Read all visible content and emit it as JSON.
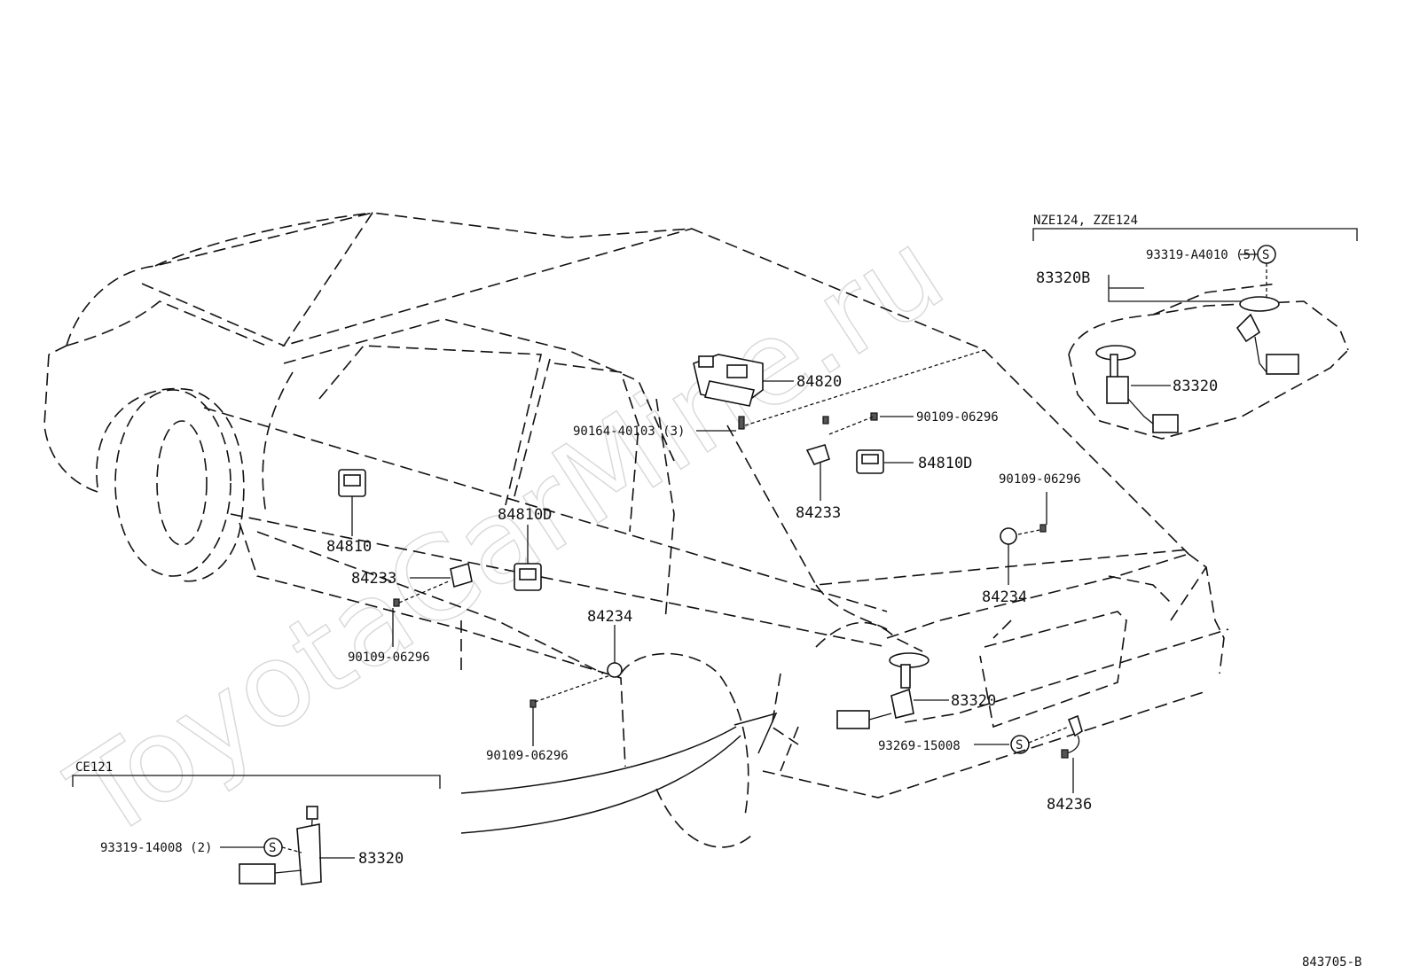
{
  "watermark": "ToyotaCarMine.ru",
  "variant_labels": {
    "top_right": "NZE124, ZZE124",
    "bottom_left": "CE121"
  },
  "diagram_code": "843705-B",
  "callouts": {
    "c84820": "84820",
    "c90164": "90164-40103 (3)",
    "c90109_a": "90109-06296",
    "c84810D_a": "84810D",
    "c84233_a": "84233",
    "c90109_b": "90109-06296",
    "c84234_a": "84234",
    "c84810": "84810",
    "c84233_b": "84233",
    "c90109_c": "90109-06296",
    "c84810D_b": "84810D",
    "c84234_b": "84234",
    "c90109_d": "90109-06296",
    "c83320_main": "83320",
    "c93269": "93269-15008",
    "c84236": "84236",
    "c83320B": "83320B",
    "c93319_a": "93319-A4010 (5)",
    "c83320_tr": "83320",
    "c93319_b": "93319-14008 (2)",
    "c83320_bl": "83320"
  },
  "symbols": {
    "s_mark": "S"
  }
}
